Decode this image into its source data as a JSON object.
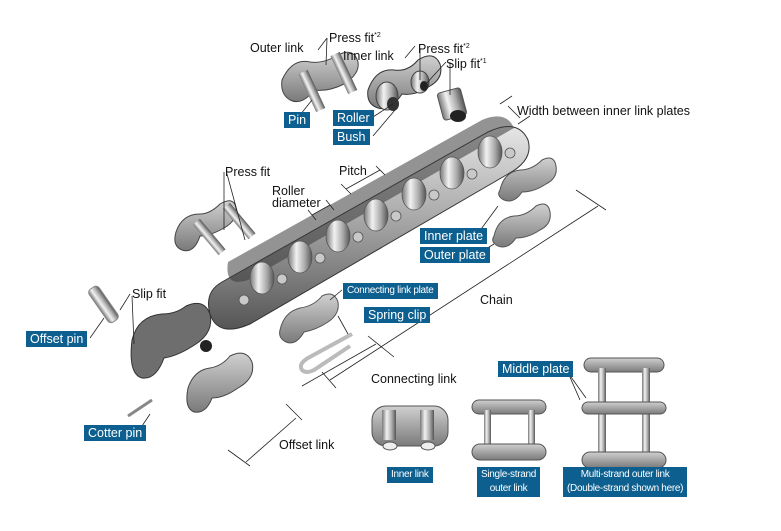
{
  "figure": {
    "title": "Roller chain construction",
    "label_color": "#0d5f8f",
    "part_labels": {
      "pin": "Pin",
      "roller": "Roller",
      "bush": "Bush",
      "inner_plate": "Inner plate",
      "outer_plate": "Outer plate",
      "connecting_link_plate": "Connecting link plate",
      "spring_clip": "Spring clip",
      "offset_pin": "Offset pin",
      "cotter_pin": "Cotter pin",
      "middle_plate": "Middle plate",
      "inner_link": "Inner link",
      "single_strand_line1": "Single-strand",
      "single_strand_line2": "outer link",
      "multi_strand_line1": "Multi-strand outer link",
      "multi_strand_line2": "(Double-strand shown here)"
    },
    "annotations": {
      "outer_link": "Outer link",
      "inner_link": "Inner link",
      "press_fit": "Press fit",
      "press_fit_note": "*2",
      "slip_fit": "Slip fit",
      "slip_fit_note": "*1",
      "width_between_plates": "Width between inner link plates",
      "pitch": "Pitch",
      "roller_diameter_line1": "Roller",
      "roller_diameter_line2": "diameter",
      "chain": "Chain",
      "connecting_link": "Connecting link",
      "offset_link": "Offset link"
    }
  }
}
